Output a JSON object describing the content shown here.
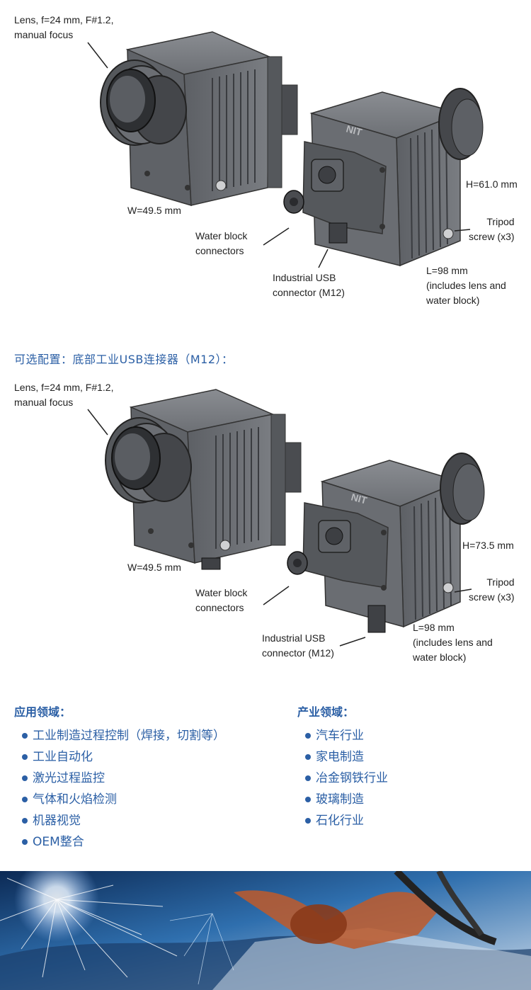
{
  "figure1": {
    "lens_label": "Lens, f=24 mm, F#1.2,\nmanual focus",
    "width_label": "W=49.5 mm",
    "height_label": "H=61.0 mm",
    "water_label": "Water block\nconnectors",
    "tripod_label": "Tripod\nscrew (x3)",
    "usb_label": "Industrial USB\nconnector (M12)",
    "length_label": "L=98 mm\n(includes lens and\nwater block)",
    "logo": "NIT"
  },
  "caption": "可选配置：底部工业USB连接器（M12）：",
  "figure2": {
    "lens_label": "Lens, f=24 mm, F#1.2,\nmanual focus",
    "width_label": "W=49.5 mm",
    "height_label": "H=73.5 mm",
    "water_label": "Water block\nconnectors",
    "tripod_label": "Tripod\nscrew (x3)",
    "usb_label": "Industrial USB\nconnector (M12)",
    "length_label": "L=98 mm\n(includes lens and\nwater block)",
    "logo": "NIT"
  },
  "applications": {
    "title": "应用领域：",
    "items": [
      "工业制造过程控制（焊接，切割等）",
      "工业自动化",
      "激光过程监控",
      "气体和火焰检测",
      "机器视觉",
      "OEM整合"
    ]
  },
  "industries": {
    "title": "产业领域：",
    "items": [
      "汽车行业",
      "家电制造",
      "冶金钢铁行业",
      "玻璃制造",
      "石化行业"
    ]
  },
  "colors": {
    "accent": "#2b5fa5",
    "camera_body": "#6e7075",
    "camera_dark": "#45474b"
  }
}
